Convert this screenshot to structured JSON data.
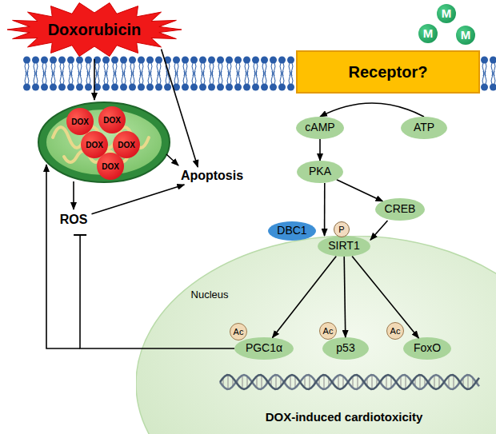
{
  "diagram": {
    "nodes": [
      {
        "text": [
          "Doxorubicin"
        ]
      },
      {
        "text": [
          "M"
        ]
      },
      {
        "text": [
          "M"
        ]
      },
      {
        "text": [
          "M"
        ]
      },
      {
        "text": [
          "Receptor?"
        ]
      },
      {
        "text": [
          "DOX"
        ]
      },
      {
        "text": [
          "DOX"
        ]
      },
      {
        "text": [
          "DOX"
        ]
      },
      {
        "text": [
          "DOX"
        ]
      },
      {
        "text": [
          "DOX"
        ]
      },
      {
        "text": [
          "Apoptosis"
        ]
      },
      {
        "text": [
          "ROS"
        ]
      },
      {
        "text": [
          "cAMP"
        ]
      },
      {
        "text": [
          "ATP"
        ]
      },
      {
        "text": [
          "PKA"
        ]
      },
      {
        "text": [
          "CREB"
        ]
      },
      {
        "text": [
          "DBC1"
        ]
      },
      {
        "text": [
          "P"
        ]
      },
      {
        "text": [
          "SIRT1"
        ]
      },
      {
        "text": [
          "Nucleus",
          "DOX-induced cardiotoxicity"
        ]
      },
      {
        "text": [
          "Ac"
        ],
        "in": 19
      },
      {
        "text": [
          "PGC1α"
        ],
        "in": 19
      },
      {
        "text": [
          "Ac"
        ],
        "in": 19
      },
      {
        "text": [
          "p53"
        ],
        "in": 19
      },
      {
        "text": [
          "Ac"
        ],
        "in": 19
      },
      {
        "text": [
          "FoxO"
        ],
        "in": 19
      }
    ],
    "edges": [
      {
        "from": 0,
        "to": 10,
        "arrow": "to"
      },
      {
        "from": 11,
        "to": 10,
        "arrow": "to"
      },
      {
        "from": 13,
        "to": 12,
        "arrow": "to"
      },
      {
        "from": 12,
        "to": 14,
        "arrow": "to"
      },
      {
        "from": 14,
        "to": 15,
        "arrow": "to"
      },
      {
        "from": 14,
        "to": 18,
        "arrow": "to"
      },
      {
        "from": 15,
        "to": 18,
        "arrow": "to"
      },
      {
        "from": 18,
        "to": 21,
        "arrow": "to"
      },
      {
        "from": 18,
        "to": 23,
        "arrow": "to"
      },
      {
        "from": 18,
        "to": 25,
        "arrow": "to"
      },
      {
        "from": 21,
        "to": 11,
        "arrow": "none"
      }
    ]
  }
}
